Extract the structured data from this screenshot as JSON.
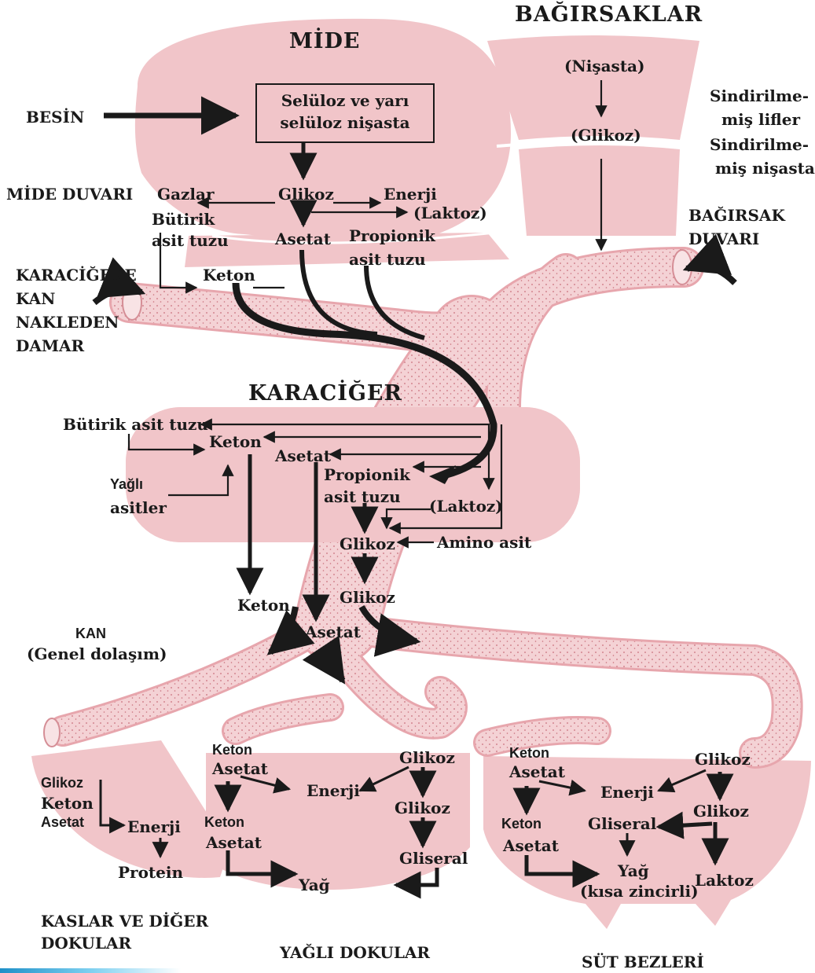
{
  "colors": {
    "organ": "#f1c5c9",
    "vessel": "#f4d2d5",
    "dots": "#c9707c",
    "ink": "#1a1a1a"
  },
  "titles": {
    "mide": "MİDE",
    "bagirsaklar": "BAĞIRSAKLAR",
    "karaciger": "KARACİĞER",
    "kan": "KAN",
    "genel_dolasim": "(Genel dolaşım)",
    "kaslar_1": "KASLAR VE DİĞER",
    "kaslar_2": "DOKULAR",
    "yagli_dokular": "YAĞLI DOKULAR",
    "sut_bezleri": "SÜT BEZLERİ"
  },
  "stomach": {
    "besin": "BESİN",
    "box_line1": "Selüloz ve yarı",
    "box_line2": "selüloz nişasta",
    "mide_duvari": "MİDE DUVARI",
    "gazlar": "Gazlar",
    "glikoz": "Glikoz",
    "enerji": "Enerji",
    "laktoz": "(Laktoz)",
    "butirik_1": "Bütirik",
    "butirik_2": "asit tuzu",
    "asetat": "Asetat",
    "propionik_1": "Propionik",
    "propionik_2": "asit tuzu",
    "keton": "Keton"
  },
  "portal": {
    "l1": "KARACİĞERE",
    "l2": "KAN",
    "l3": "NAKLEDEN",
    "l4": "DAMAR"
  },
  "intestine": {
    "nisasta": "(Nişasta)",
    "glikoz": "(Glikoz)",
    "lif_1": "Sindirilme-",
    "lif_2": "miş lifler",
    "nis_1": "Sindirilme-",
    "nis_2": "miş nişasta",
    "duvar_1": "BAĞIRSAK",
    "duvar_2": "DUVARI"
  },
  "liver": {
    "butirik": "Bütirik asit tuzu",
    "keton": "Keton",
    "asetat": "Asetat",
    "propionik_1": "Propionik",
    "propionik_2": "asit tuzu",
    "yagli_1": "Yağlı",
    "yagli_2": "asitler",
    "laktoz": "(Laktoz)",
    "glikoz": "Glikoz",
    "amino": "Amino asit"
  },
  "blood": {
    "keton": "Keton",
    "asetat": "Asetat",
    "glikoz": "Glikoz"
  },
  "muscle": {
    "glikoz": "Glikoz",
    "keton": "Keton",
    "asetat": "Asetat",
    "enerji": "Enerji",
    "protein": "Protein"
  },
  "adipose": {
    "keton1": "Keton",
    "asetat1": "Asetat",
    "enerji": "Enerji",
    "glikoz1": "Glikoz",
    "glikoz2": "Glikoz",
    "keton2": "Keton",
    "asetat2": "Asetat",
    "gliseral": "Gliseral",
    "yag": "Yağ"
  },
  "mammary": {
    "keton1": "Keton",
    "asetat1": "Asetat",
    "enerji": "Enerji",
    "glikoz1": "Glikoz",
    "glikoz2": "Glikoz",
    "gliseral": "Gliseral",
    "keton2": "Keton",
    "asetat2": "Asetat",
    "yag": "Yağ",
    "kisa": "(kısa zincirli)",
    "laktoz": "Laktoz"
  }
}
